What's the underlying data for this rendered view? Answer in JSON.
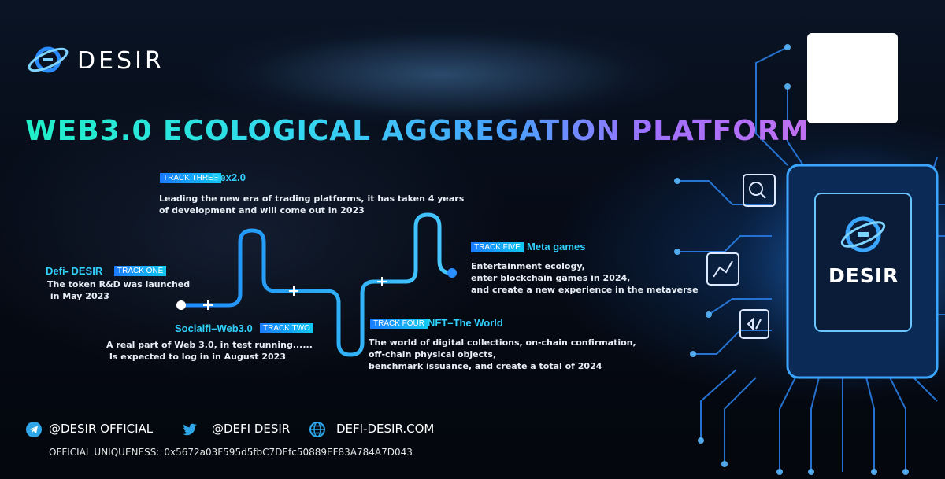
{
  "brand": {
    "name": "DESIR"
  },
  "qr_code": {
    "icon": "qr-code"
  },
  "headline": "WEB3.0 ECOLOGICAL AGGREGATION PLATFORM",
  "tracks": [
    {
      "tag": "TRACK ONE",
      "name": "Defi- DESIR",
      "desc": "The token R&D was launched\n in May 2023"
    },
    {
      "tag": "TRACK TWO",
      "name": "Socialfi–Web3.0",
      "desc": "A real part of Web 3.0, in test running......\n Is expected to log in in August 2023"
    },
    {
      "tag": "TRACK THREE",
      "name": "Dex2.0",
      "desc": "Leading the new era of trading platforms, it has taken 4 years\nof development and will come out in 2023"
    },
    {
      "tag": "TRACK FOUR",
      "name": "NFT–The World",
      "desc": "The world of digital collections, on-chain confirmation,\noff-chain physical objects,\nbenchmark issuance, and create a total of 2024"
    },
    {
      "tag": "TRACK FIVE",
      "name": "Meta games",
      "desc": "Entertainment ecology,\nenter blockchain games in 2024,\nand create a new experience in the metaverse"
    }
  ],
  "social": {
    "telegram": "@DESIR OFFICIAL",
    "twitter": "@DEFI DESIR",
    "website": "DEFI-DESIR.COM"
  },
  "wallet": {
    "label": "OFFICIAL UNIQUENESS:",
    "address": "0x5672a03F595d5fbC7DEfc50889EF83A784A7D043"
  },
  "chip": {
    "label": "DESIR"
  },
  "colors": {
    "accent": "#32d2ff",
    "tag_start": "#1a7bff",
    "tag_end": "#10c8f0",
    "background": "#05080f"
  }
}
